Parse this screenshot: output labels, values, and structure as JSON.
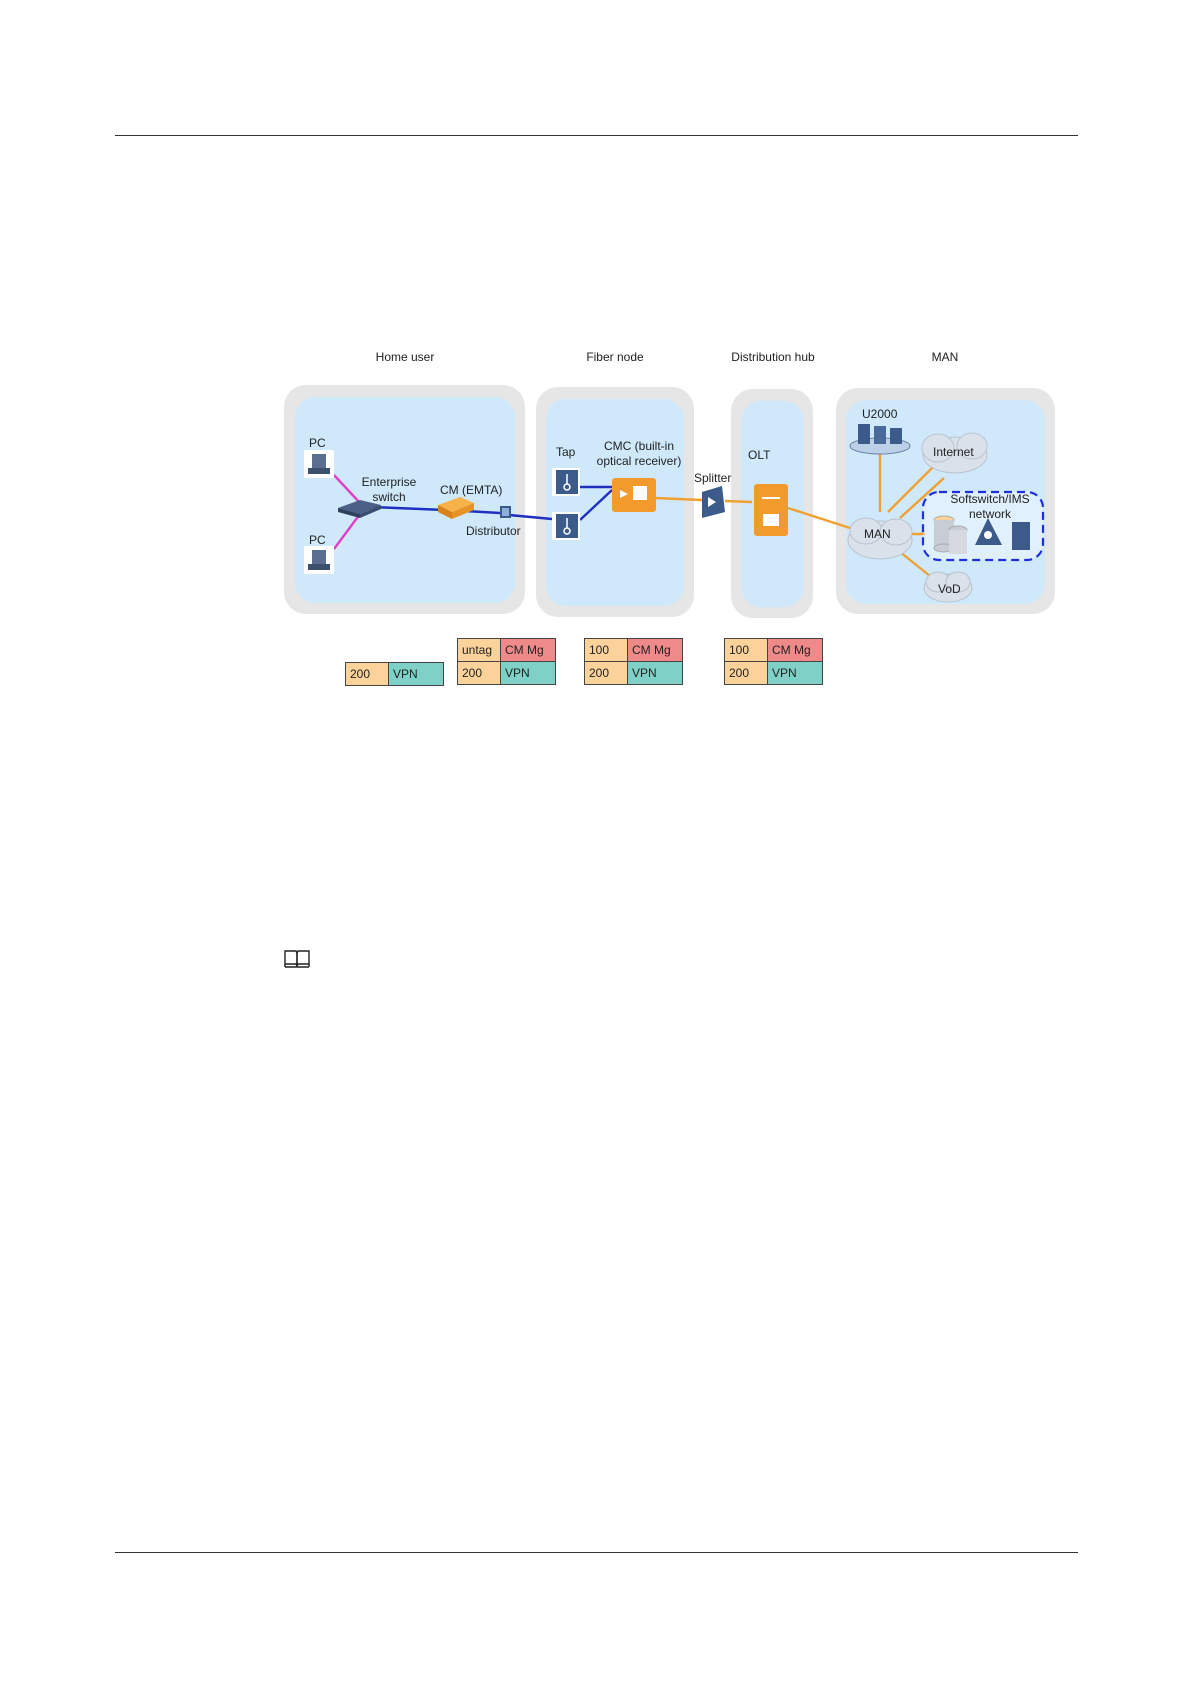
{
  "zones": {
    "home_user": "Home user",
    "fiber_node": "Fiber node",
    "distribution_hub": "Distribution hub",
    "man": "MAN"
  },
  "devices": {
    "pc_top": "PC",
    "pc_bottom": "PC",
    "enterprise_switch_line1": "Enterprise",
    "enterprise_switch_line2": "switch",
    "cm": "CM (EMTA)",
    "distributor": "Distributor",
    "tap": "Tap",
    "cmc_line1": "CMC (built-in",
    "cmc_line2": "optical receiver)",
    "splitter": "Splitter",
    "olt": "OLT",
    "u2000": "U2000",
    "internet": "Internet",
    "softswitch_line1": "Softswitch/IMS",
    "softswitch_line2": "network",
    "man_cloud": "MAN",
    "vod": "VoD"
  },
  "vlan_tables": [
    {
      "rows": [
        [
          "200",
          "VPN"
        ]
      ]
    },
    {
      "rows": [
        [
          "untag",
          "CM Mg"
        ],
        [
          "200",
          "VPN"
        ]
      ]
    },
    {
      "rows": [
        [
          "100",
          "CM Mg"
        ],
        [
          "200",
          "VPN"
        ]
      ]
    },
    {
      "rows": [
        [
          "100",
          "CM Mg"
        ],
        [
          "200",
          "VPN"
        ]
      ]
    }
  ],
  "colors": {
    "zone_outer": "#e6e6e6",
    "zone_inner": "#cfe9fb",
    "home_link": "#e040c8",
    "coax_link": "#1f2fbf",
    "fiber_link": "#f0a030",
    "device_orange": "#f39a2c",
    "device_blue": "#3c5a8a",
    "vlan_id": "#fbd39a",
    "cm_mgmt": "#ef8a8a",
    "vpn": "#7fd0c6"
  },
  "icons": [
    "pc-icon",
    "switch-icon",
    "cm-icon",
    "distributor-icon",
    "tap-icon",
    "cmc-icon",
    "splitter-icon",
    "olt-icon",
    "u2000-icon",
    "cloud-icon",
    "database-icon",
    "book-note-icon"
  ]
}
